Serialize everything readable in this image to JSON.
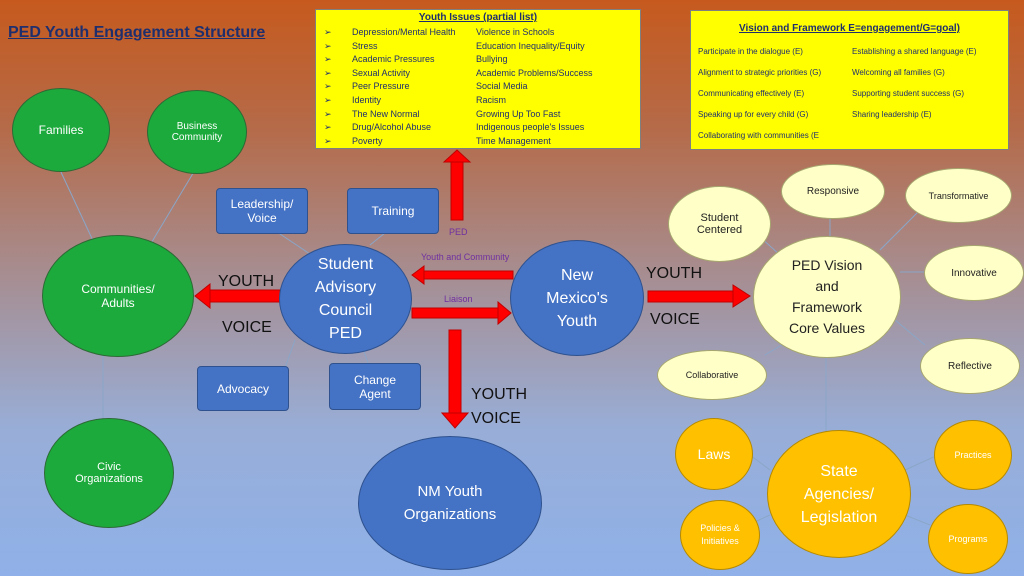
{
  "title": "PED Youth Engagement Structure",
  "youth_issues": {
    "heading": "Youth Issues (partial list)",
    "left": [
      "Depression/Mental Health",
      "Stress",
      "Academic Pressures",
      "Sexual Activity",
      "Peer Pressure",
      "Identity",
      "The New Normal",
      "Drug/Alcohol Abuse",
      "Poverty"
    ],
    "right": [
      "Violence in Schools",
      "Education Inequality/Equity",
      "Bullying",
      "Academic Problems/Success",
      "Social Media",
      "Racism",
      "Growing Up Too Fast",
      "Indigenous people's Issues",
      "Time Management"
    ]
  },
  "vision": {
    "heading": "Vision and Framework E=engagement/G=goal)",
    "left": [
      "Participate in the dialogue (E)",
      "Alignment to strategic priorities (G)",
      "Communicating effectively (E)",
      "Speaking up for every child (G)",
      "Collaborating with communities (E"
    ],
    "right": [
      "Establishing a shared language (E)",
      "Welcoming all families (G)",
      "Supporting student success (G)",
      "Sharing leadership (E)"
    ]
  },
  "nodes": {
    "families": "Families",
    "business": "Business Community",
    "communities": "Communities/ Adults",
    "civic": "Civic Organizations",
    "leadership": "Leadership/ Voice",
    "training": "Training",
    "sac": "Student Advisory Council PED",
    "advocacy": "Advocacy",
    "change_agent": "Change Agent",
    "nm_youth": "New Mexico's Youth",
    "nm_youth_orgs": "NM Youth Organizations",
    "ped_vision": "PED Vision and Framework Core Values",
    "student_centered": "Student Centered",
    "responsive": "Responsive",
    "transformative": "Transformative",
    "innovative": "Innovative",
    "reflective": "Reflective",
    "collaborative": "Collaborative",
    "laws": "Laws",
    "practices": "Practices",
    "state_agencies": "State Agencies/ Legislation",
    "policies": "Policies & Initiatives",
    "programs": "Programs"
  },
  "labels": {
    "ped": "PED",
    "youth_community": "Youth and Community",
    "liaison": "Liaison",
    "youth_left": "YOUTH",
    "voice_left": "VOICE",
    "youth_right": "YOUTH",
    "voice_right": "VOICE",
    "youth_down": "YOUTH",
    "voice_down": "VOICE"
  },
  "colors": {
    "arrow": "#ff0000",
    "green": "#1caa3c",
    "blue": "#4472c4",
    "yellow": "#ffff00",
    "gold": "#ffc000"
  }
}
